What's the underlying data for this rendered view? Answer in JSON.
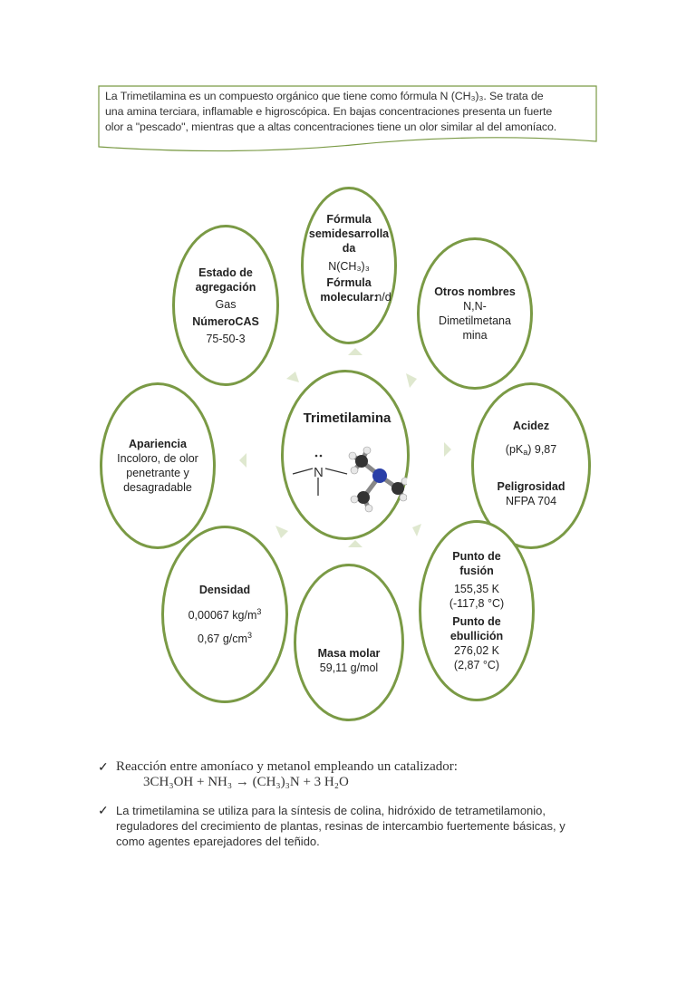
{
  "intro": {
    "line1": "La Trimetilamina es un compuesto orgánico que tiene como fórmula N (CH₃)₃. Se trata de",
    "line2": "una amina terciara, inflamable e higroscópica. En bajas concentraciones presenta un fuerte",
    "line3": "olor a \"pescado\", mientras que a altas concentraciones tiene un olor similar al del amoníaco."
  },
  "center": {
    "title": "Trimetilamina",
    "structure_label": "N"
  },
  "bubbles": {
    "formula": {
      "semi_label": "Fórmula semidesarrolla da",
      "semi_value": "N(CH₃)₃",
      "mol_label": "Fórmula molecular:",
      "mol_value": "n/d"
    },
    "estado": {
      "label": "Estado de agregación",
      "value": "Gas",
      "cas_label": "NúmeroCAS",
      "cas_value": "75-50-3"
    },
    "otros": {
      "label": "Otros nombres",
      "value": "N,N-Dimetilmetana mina"
    },
    "apariencia": {
      "label": "Apariencia",
      "value": "Incoloro, de olor penetrante y desagradable"
    },
    "acidez": {
      "label": "Acidez",
      "value_prefix": "(pK",
      "value_sub": "a",
      "value_suffix": ") 9,87",
      "pel_label": "Peligrosidad",
      "pel_value": "NFPA 704"
    },
    "densidad": {
      "label": "Densidad",
      "value1": "0,00067  kg/m",
      "value1_sup": "3",
      "value2": "0,67 g/cm",
      "value2_sup": "3"
    },
    "masa": {
      "label": "Masa molar",
      "value": "59,11 g/mol"
    },
    "puntos": {
      "fusion_label": "Punto de fusión",
      "fusion_value1": "155,35  K",
      "fusion_value2": "(-117,8 °C)",
      "ebu_label": "Punto de ebullición",
      "ebu_value1": "276,02  K",
      "ebu_value2": "(2,87 °C)"
    }
  },
  "bullets": {
    "b1_line1": "Reacción  entre  amoníaco   y metanol  empleando   un catalizador:",
    "b1_line2": "3CH₃OH + NH₃ → (CH₃)₃N + 3 H₂O",
    "b2_line1": "La trimetilamina se utiliza para la síntesis de colina, hidróxido de tetrametilamonio,",
    "b2_line2": "reguladores del crecimiento de plantas, resinas de intercambio fuertemente básicas, y",
    "b2_line3": "como agentes eparejadores del teñido."
  },
  "colors": {
    "accent": "#7a9a45",
    "arrow": "#dfe8cf"
  },
  "icons": [
    "check-icon",
    "check-icon",
    "molecule-icon"
  ]
}
